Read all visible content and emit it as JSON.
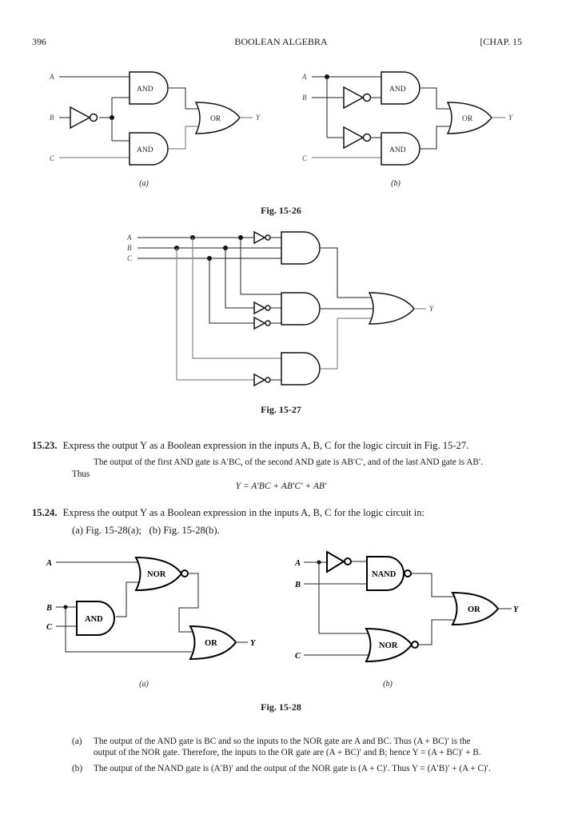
{
  "header": {
    "page_number": "396",
    "running_title": "BOOLEAN ALGEBRA",
    "chapter": "[CHAP. 15"
  },
  "fig_15_26": {
    "caption": "Fig. 15-26",
    "a": {
      "sublabel": "(a)",
      "inputs": [
        "A",
        "B",
        "C"
      ],
      "gates": [
        "AND",
        "AND",
        "OR"
      ],
      "output": "Y"
    },
    "b": {
      "sublabel": "(b)",
      "inputs": [
        "A",
        "B",
        "C"
      ],
      "gates": [
        "AND",
        "AND",
        "OR"
      ],
      "output": "Y"
    }
  },
  "fig_15_27": {
    "caption": "Fig. 15-27",
    "inputs": [
      "A",
      "B",
      "C"
    ],
    "output": "Y"
  },
  "problem_15_23": {
    "number": "15.23.",
    "statement": "Express the output Y as a Boolean expression in the inputs A, B, C for the logic circuit in Fig. 15-27.",
    "solution_line1": "The output of the first AND gate is A′BC, of the second AND gate is AB′C′, and of the last AND gate is AB′.",
    "solution_line2": "Thus",
    "equation": "Y = A′BC + AB′C′ + AB′"
  },
  "problem_15_24": {
    "number": "15.24.",
    "statement": "Express the output Y as a Boolean expression in the inputs A, B, C for the logic circuit in:",
    "parts": "(a) Fig. 15-28(a);   (b) Fig. 15-28(b)."
  },
  "fig_15_28": {
    "caption": "Fig. 15-28",
    "a": {
      "sublabel": "(a)",
      "inputs": [
        "A",
        "B",
        "C"
      ],
      "gates": [
        "NOR",
        "AND",
        "OR"
      ],
      "output": "Y"
    },
    "b": {
      "sublabel": "(b)",
      "inputs": [
        "A",
        "B",
        "C"
      ],
      "gates": [
        "NAND",
        "OR",
        "NOR"
      ],
      "output": "Y"
    }
  },
  "solution_15_24": {
    "a_label": "(a)",
    "a_text_line1": "The output of the AND gate is BC and so the inputs to the NOR gate are A and BC. Thus (A + BC)′ is the",
    "a_text_line2": "output of the NOR gate. Therefore, the inputs to the OR gate are (A + BC)′ and B; hence Y = (A + BC)′ + B.",
    "b_label": "(b)",
    "b_text": "The output of the NAND gate is (A′B)′ and the output of the NOR gate is (A + C)′. Thus Y = (A′B)′ + (A + C)′."
  }
}
